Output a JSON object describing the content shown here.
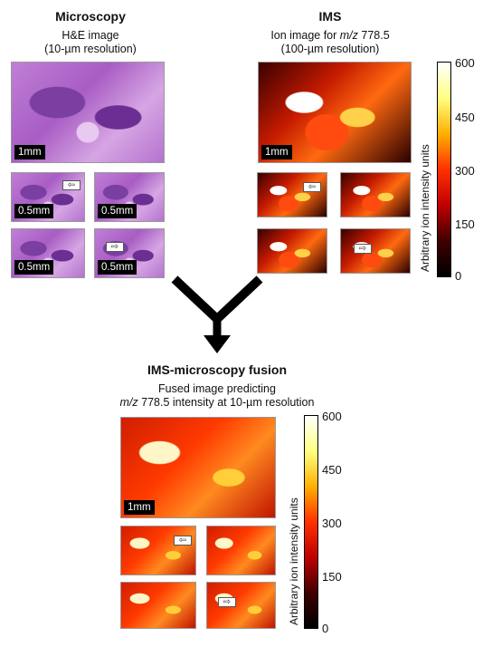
{
  "microscopy": {
    "title": "Microscopy",
    "subtitle_line1": "H&E image",
    "subtitle_line2": "(10-µm resolution)",
    "main_scale": "1mm",
    "zoom_scales": [
      "0.5mm",
      "0.5mm",
      "0.5mm",
      "0.5mm"
    ]
  },
  "ims": {
    "title": "IMS",
    "subtitle_line1_prefix": "Ion image for ",
    "subtitle_mz": "m/z",
    "subtitle_line1_suffix": " 778.5",
    "subtitle_line2": "(100-µm resolution)",
    "main_scale": "1mm"
  },
  "fusion": {
    "title": "IMS-microscopy fusion",
    "subtitle_line1": "Fused image predicting",
    "subtitle_mz": "m/z",
    "subtitle_line2_suffix": " 778.5 intensity at 10-µm resolution",
    "main_scale": "1mm"
  },
  "colorbar": {
    "label": "Arbitrary ion intensity units",
    "ticks": [
      "600",
      "450",
      "300",
      "150",
      "0"
    ],
    "colors": [
      "#ffffff",
      "#ffff80",
      "#ffb000",
      "#ff3000",
      "#c00000",
      "#400000",
      "#000000"
    ]
  },
  "theme": {
    "he_purple": "#a85dc4",
    "ims_red": "#c41a00",
    "arrow_color": "#000000"
  }
}
